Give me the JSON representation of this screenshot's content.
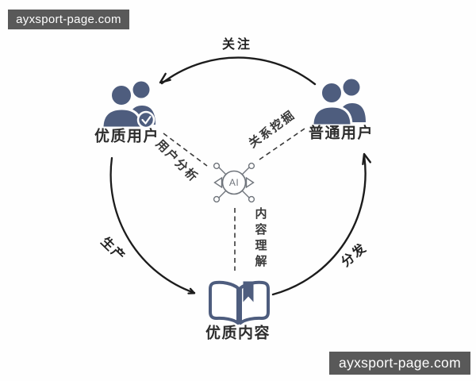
{
  "watermarks": {
    "top_left": "ayxsport-page.com",
    "bottom_right": "ayxsport-page.com"
  },
  "diagram": {
    "center_node": {
      "label": "AI"
    },
    "nodes": {
      "quality_users": "优质用户",
      "ordinary_users": "普通用户",
      "quality_content": "优质内容"
    },
    "flow_labels": {
      "follow": "关注",
      "produce": "生产",
      "distribute": "分发"
    },
    "ai_links": {
      "user_analysis": "用户分析",
      "relation_mining": "关系挖掘",
      "content_understanding": "内容理解"
    },
    "edges": [
      {
        "from": "ordinary_users",
        "to": "quality_users",
        "label": "关注",
        "style": "solid-arrow-arc"
      },
      {
        "from": "quality_users",
        "to": "quality_content",
        "label": "生产",
        "style": "solid-arrow-arc"
      },
      {
        "from": "quality_content",
        "to": "ordinary_users",
        "label": "分发",
        "style": "solid-arrow-arc"
      },
      {
        "from": "ai",
        "to": "quality_users",
        "label": "用户分析",
        "style": "dashed"
      },
      {
        "from": "ai",
        "to": "ordinary_users",
        "label": "关系挖掘",
        "style": "dashed"
      },
      {
        "from": "ai",
        "to": "quality_content",
        "label": "内容理解",
        "style": "dashed"
      }
    ]
  },
  "colors": {
    "icon_slate": "#4e5d7e",
    "arrow_black": "#1c1c1c",
    "dashed_gray": "#3a3a3a",
    "ai_gray": "#70757c",
    "watermark_bg": "#595959",
    "label_text": "#2d2d2d",
    "background": "#fefefe"
  }
}
